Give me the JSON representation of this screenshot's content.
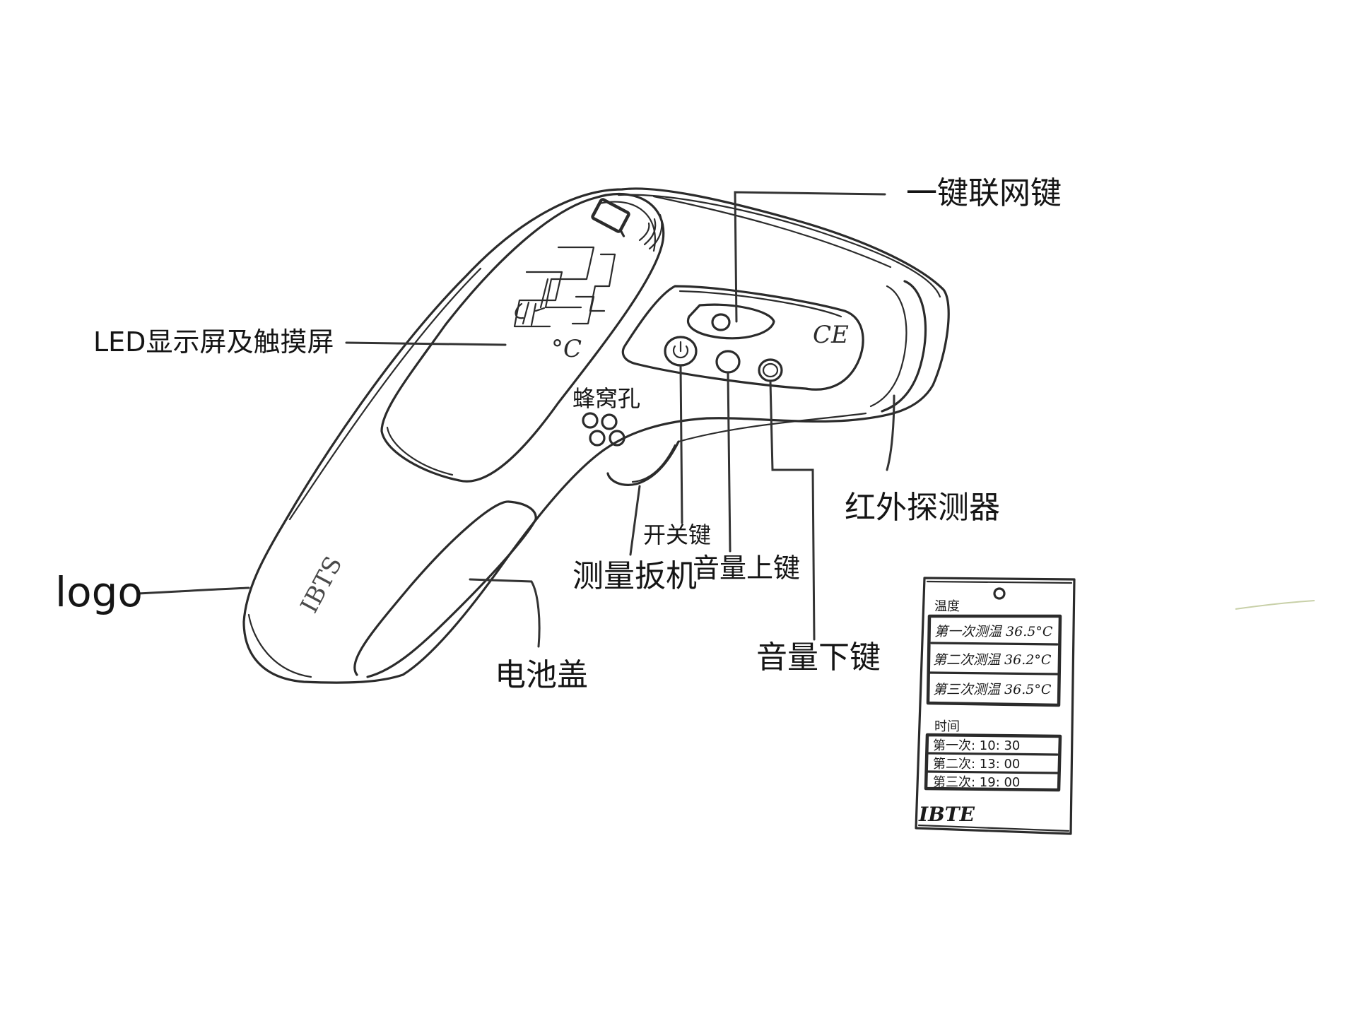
{
  "labels": {
    "network_key": "一键联网键",
    "led_screen": "LED显示屏及触摸屏",
    "honeycomb": "蜂窝孔",
    "ir_detector": "红外探测器",
    "power_key": "开关键",
    "trigger": "测量扳机",
    "volume_up": "音量上键",
    "volume_down": "音量下键",
    "logo": "logo",
    "battery_cover": "电池盖"
  },
  "device": {
    "brand_text": "IBTS",
    "led_unit": "°C",
    "ce_mark": "CE"
  },
  "phone": {
    "temp_heading": "温度",
    "temps": [
      "第一次测温 36.5°C",
      "第二次测温 36.2°C",
      "第三次测温 36.5°C"
    ],
    "time_heading": "时间",
    "times": [
      "第一次: 10: 30",
      "第二次: 13: 00",
      "第三次: 19: 00"
    ],
    "footer": "IBTE"
  },
  "colors": {
    "ink": "#2b2b2b",
    "paper": "#ffffff",
    "faint_stroke": "#c8d0a8"
  },
  "icons": [
    "battery-icon",
    "wifi-icon",
    "power-icon"
  ]
}
